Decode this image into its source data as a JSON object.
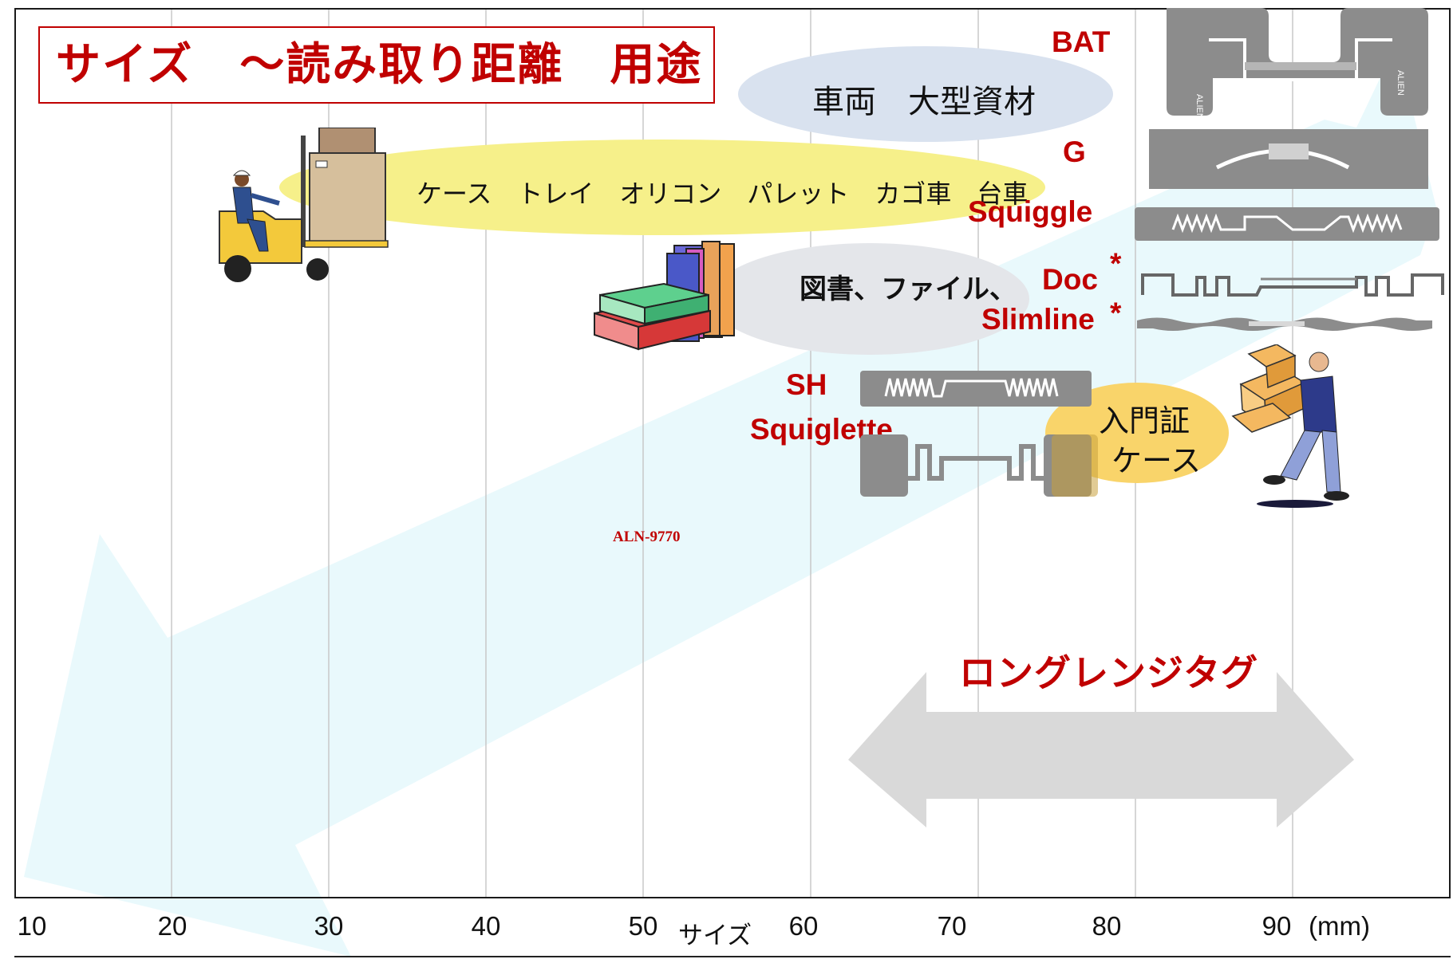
{
  "title": "サイズ　～読み取り距離　用途",
  "axis": {
    "label": "サイズ",
    "unit": "(mm)",
    "ticks": [
      "10",
      "20",
      "30",
      "40",
      "50",
      "60",
      "70",
      "80",
      "90"
    ]
  },
  "uses": {
    "vehicle": "車両　大型資材",
    "case": "ケース　トレイ　オリコン　パレット　カゴ車　台車",
    "books": "図書、ファイル、",
    "badge_line1": "入門証",
    "badge_line2": "ケース"
  },
  "tags": {
    "bat": "BAT",
    "g": "G",
    "squiggle": "Squiggle",
    "doc": "Doc",
    "slimline": "Slimline",
    "asterisk": "*",
    "sh": "SH",
    "squiglette": "Squiglette",
    "aln": "ALN-9770",
    "alien_text": "ALIEN"
  },
  "long_range": "ロングレンジタグ",
  "colors": {
    "accent_red": "#c00000",
    "ellipse_yellow": "#f6f08a",
    "ellipse_blue": "#d9e2ef",
    "ellipse_grey": "#e4e6ea",
    "ellipse_orange": "#f9d46a",
    "arrow_grey": "#d9d9d9",
    "tag_grey": "#8c8c8c",
    "background_arrow": "#e9f9fc"
  },
  "icons": [
    "forklift-icon",
    "books-icon",
    "worker-carrying-boxes-icon"
  ]
}
